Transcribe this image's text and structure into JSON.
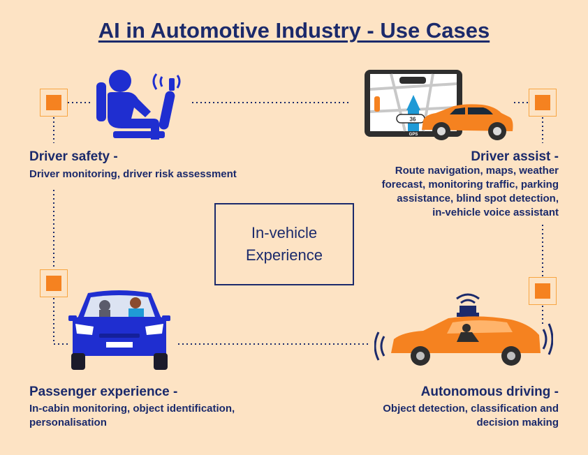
{
  "title": "AI in Automotive Industry - Use Cases",
  "center": {
    "line1": "In-vehicle",
    "line2": "Experience"
  },
  "driver_safety": {
    "heading": "Driver safety -",
    "description": "Driver monitoring, driver risk assessment"
  },
  "driver_assist": {
    "heading": "Driver assist -",
    "lines": [
      "Route navigation, maps, weather",
      "forecast, monitoring traffic, parking",
      "assistance, blind spot detection,",
      "in-vehicle voice assistant"
    ]
  },
  "passenger_experience": {
    "heading": "Passenger experience -",
    "lines": [
      "In-cabin monitoring, object identification,",
      "personalisation"
    ]
  },
  "autonomous_driving": {
    "heading": "Autonomous driving -",
    "lines": [
      "Object detection, classification and",
      "decision making"
    ]
  },
  "gps_labels": {
    "brand": "GPS",
    "speed": "36"
  },
  "colors": {
    "navy": "#1b2a6b",
    "blue": "#1f2ed0",
    "orange": "#f58220",
    "background": "#fde3c4"
  }
}
